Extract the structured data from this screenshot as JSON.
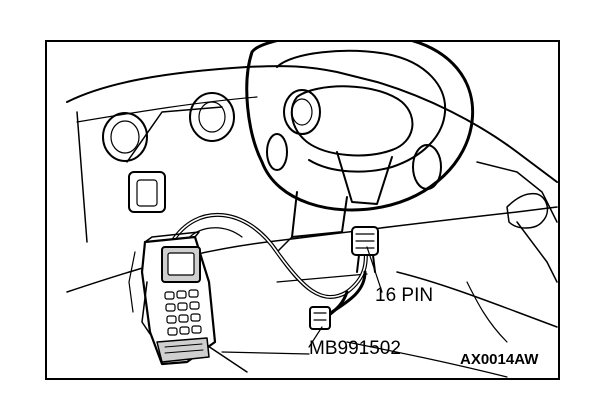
{
  "labels": {
    "connector": "16 PIN",
    "part_number": "MB991502",
    "figure_code": "AX0014AW"
  },
  "colors": {
    "ink": "#000000",
    "paper": "#ffffff",
    "shade": "#cfcfcf"
  }
}
